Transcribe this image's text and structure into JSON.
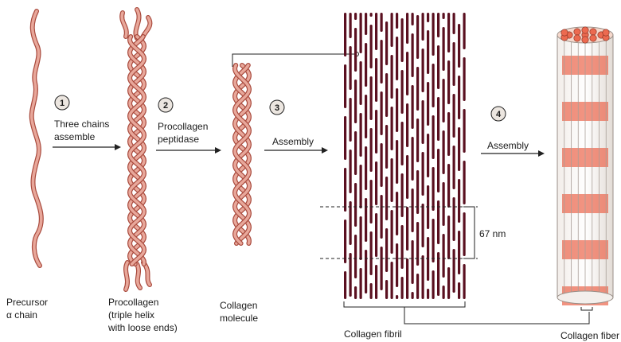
{
  "steps": [
    {
      "number": "1",
      "lines": [
        "Three chains",
        "assemble"
      ]
    },
    {
      "number": "2",
      "lines": [
        "Procollagen",
        "peptidase"
      ]
    },
    {
      "number": "3",
      "lines": [
        "Assembly"
      ]
    },
    {
      "number": "4",
      "lines": [
        "Assembly"
      ]
    }
  ],
  "stages": [
    {
      "lines": [
        "Precursor",
        "α chain"
      ]
    },
    {
      "lines": [
        "Procollagen",
        "(triple helix",
        "with loose ends)"
      ]
    },
    {
      "lines": [
        "Collagen",
        "molecule"
      ]
    },
    {
      "lines": [
        "Collagen fibril"
      ]
    },
    {
      "lines": [
        "Collagen fiber"
      ]
    }
  ],
  "measurement": "67 nm",
  "colors": {
    "chain_fill": "#e8a79a",
    "chain_stroke": "#a8493c",
    "fibril_strand": "#5a1020",
    "fiber_band": "#ec6a50",
    "line": "#222222"
  }
}
